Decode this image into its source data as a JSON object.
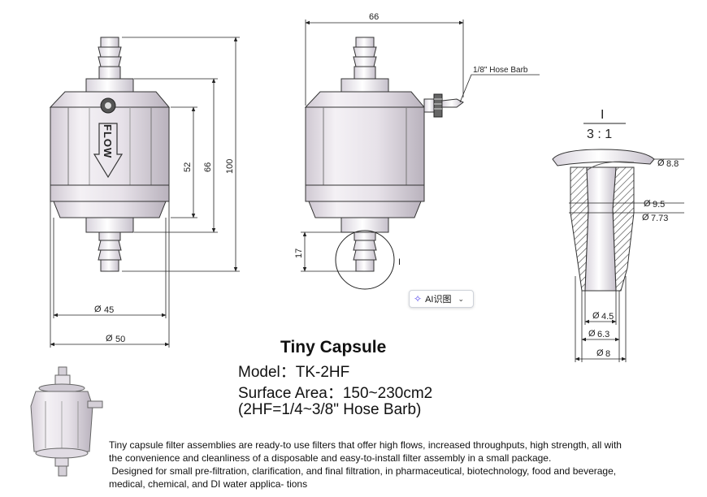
{
  "dimensions": {
    "front_52": "52",
    "front_66": "66",
    "front_100": "100",
    "front_d45": "45",
    "front_d50": "50",
    "side_66": "66",
    "side_17": "17",
    "hose_barb_label": "1/8\" Hose Barb",
    "detail_marker": "I",
    "flow_label": "FLOW",
    "detail_title": "I",
    "detail_scale": "3 : 1",
    "detail_d88": "8.8",
    "detail_d95": "9.5",
    "detail_d773": "7.73",
    "detail_d45": "4.5",
    "detail_d63": "6.3",
    "detail_d8": "8",
    "diameter_symbol": "Ø"
  },
  "ai_button": {
    "label": "AI识图"
  },
  "product": {
    "title": "Tiny Capsule",
    "model": "Model：TK-2HF",
    "surface_area": "Surface Area：150~230cm2",
    "hose_barb": "(2HF=1/4~3/8\" Hose Barb)"
  },
  "description": {
    "line1": "Tiny capsule filter assemblies are ready-to use filters that offer high flows, increased throughputs, high strength, all with",
    "line2": "the convenience and cleanliness of a disposable and easy-to-install filter assembly in a small package.",
    "line3": " Designed for small pre-filtration, clarification, and final filtration, in pharmaceutical, biotechnology, food and beverage,",
    "line4": "medical, chemical, and DI water applica- tions"
  }
}
